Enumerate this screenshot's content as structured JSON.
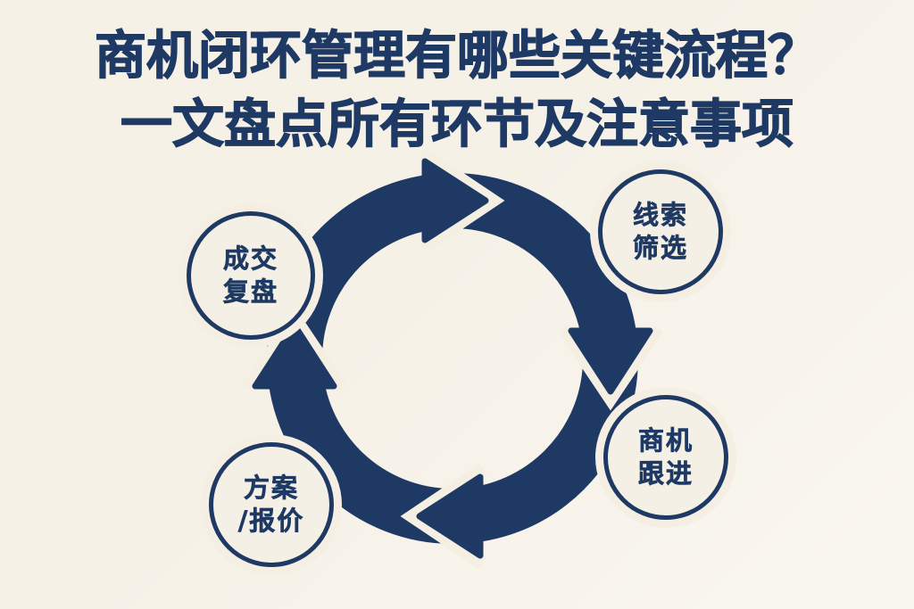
{
  "colors": {
    "navy": "#1e3a64",
    "background": "#f6f1e6",
    "background_light": "#faf7f1",
    "gap_cream": "#f4efe2"
  },
  "title": {
    "line1": "商机闭环管理有哪些关键流程？",
    "line2": "一文盘点所有环节及注意事项"
  },
  "cycle": {
    "type": "closed-loop-cycle",
    "direction": "clockwise",
    "segments": 4,
    "nodes": [
      {
        "id": "lead-screening",
        "line1": "线索",
        "line2": "筛选",
        "position": "top-right"
      },
      {
        "id": "opportunity-follow-up",
        "line1": "商机",
        "line2": "跟进",
        "position": "bottom-right"
      },
      {
        "id": "proposal-quote",
        "line1": "方案",
        "line2": "/报价",
        "position": "bottom-left"
      },
      {
        "id": "deal-review",
        "line1": "成交",
        "line2": "复盘",
        "position": "top-left"
      }
    ]
  }
}
